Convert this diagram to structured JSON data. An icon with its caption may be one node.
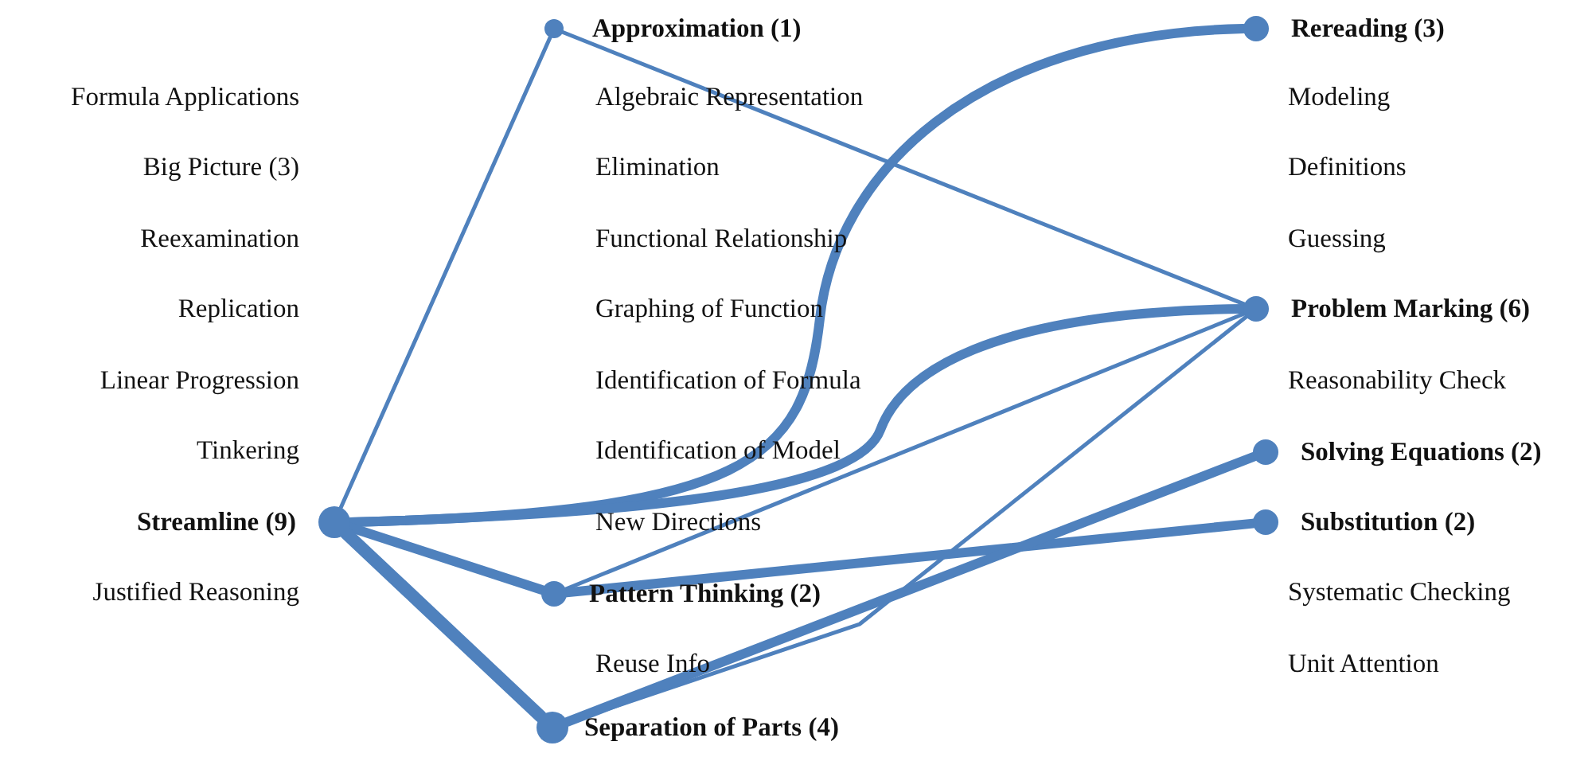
{
  "diagram": {
    "nodes": [
      {
        "text": [
          "Approximation (1)"
        ]
      },
      {
        "text": [
          "Rereading (3)"
        ]
      },
      {
        "text": [
          "Problem Marking (6)"
        ]
      },
      {
        "text": [
          "Solving Equations (2)"
        ]
      },
      {
        "text": [
          "Streamline (9)"
        ]
      },
      {
        "text": [
          "Substitution (2)"
        ]
      },
      {
        "text": [
          "Pattern Thinking (2)"
        ]
      },
      {
        "text": [
          "Separation of Parts (4)"
        ]
      }
    ],
    "edges": [
      {
        "from": 4,
        "to": 0,
        "arrow": "none"
      },
      {
        "from": 0,
        "to": 2,
        "arrow": "none"
      },
      {
        "from": 4,
        "to": 1,
        "arrow": "none"
      },
      {
        "from": 4,
        "to": 2,
        "arrow": "none"
      },
      {
        "from": 4,
        "to": 6,
        "arrow": "none"
      },
      {
        "from": 4,
        "to": 7,
        "arrow": "none"
      },
      {
        "from": 6,
        "to": 2,
        "arrow": "none"
      },
      {
        "from": 6,
        "to": 5,
        "arrow": "none"
      },
      {
        "from": 7,
        "to": 2,
        "arrow": "none"
      },
      {
        "from": 7,
        "to": 3,
        "arrow": "none"
      }
    ],
    "labels": [
      "Formula Applications",
      "Algebraic Representation",
      "Modeling",
      "Big Picture (3)",
      "Elimination",
      "Definitions",
      "Reexamination",
      "Functional Relationship",
      "Guessing",
      "Replication",
      "Graphing of Function",
      "Linear Progression",
      "Identification of Formula",
      "Reasonability Check",
      "Tinkering",
      "Identification of Model",
      "New Directions",
      "Justified Reasoning",
      "Systematic Checking",
      "Reuse Info",
      "Unit Attention"
    ]
  }
}
